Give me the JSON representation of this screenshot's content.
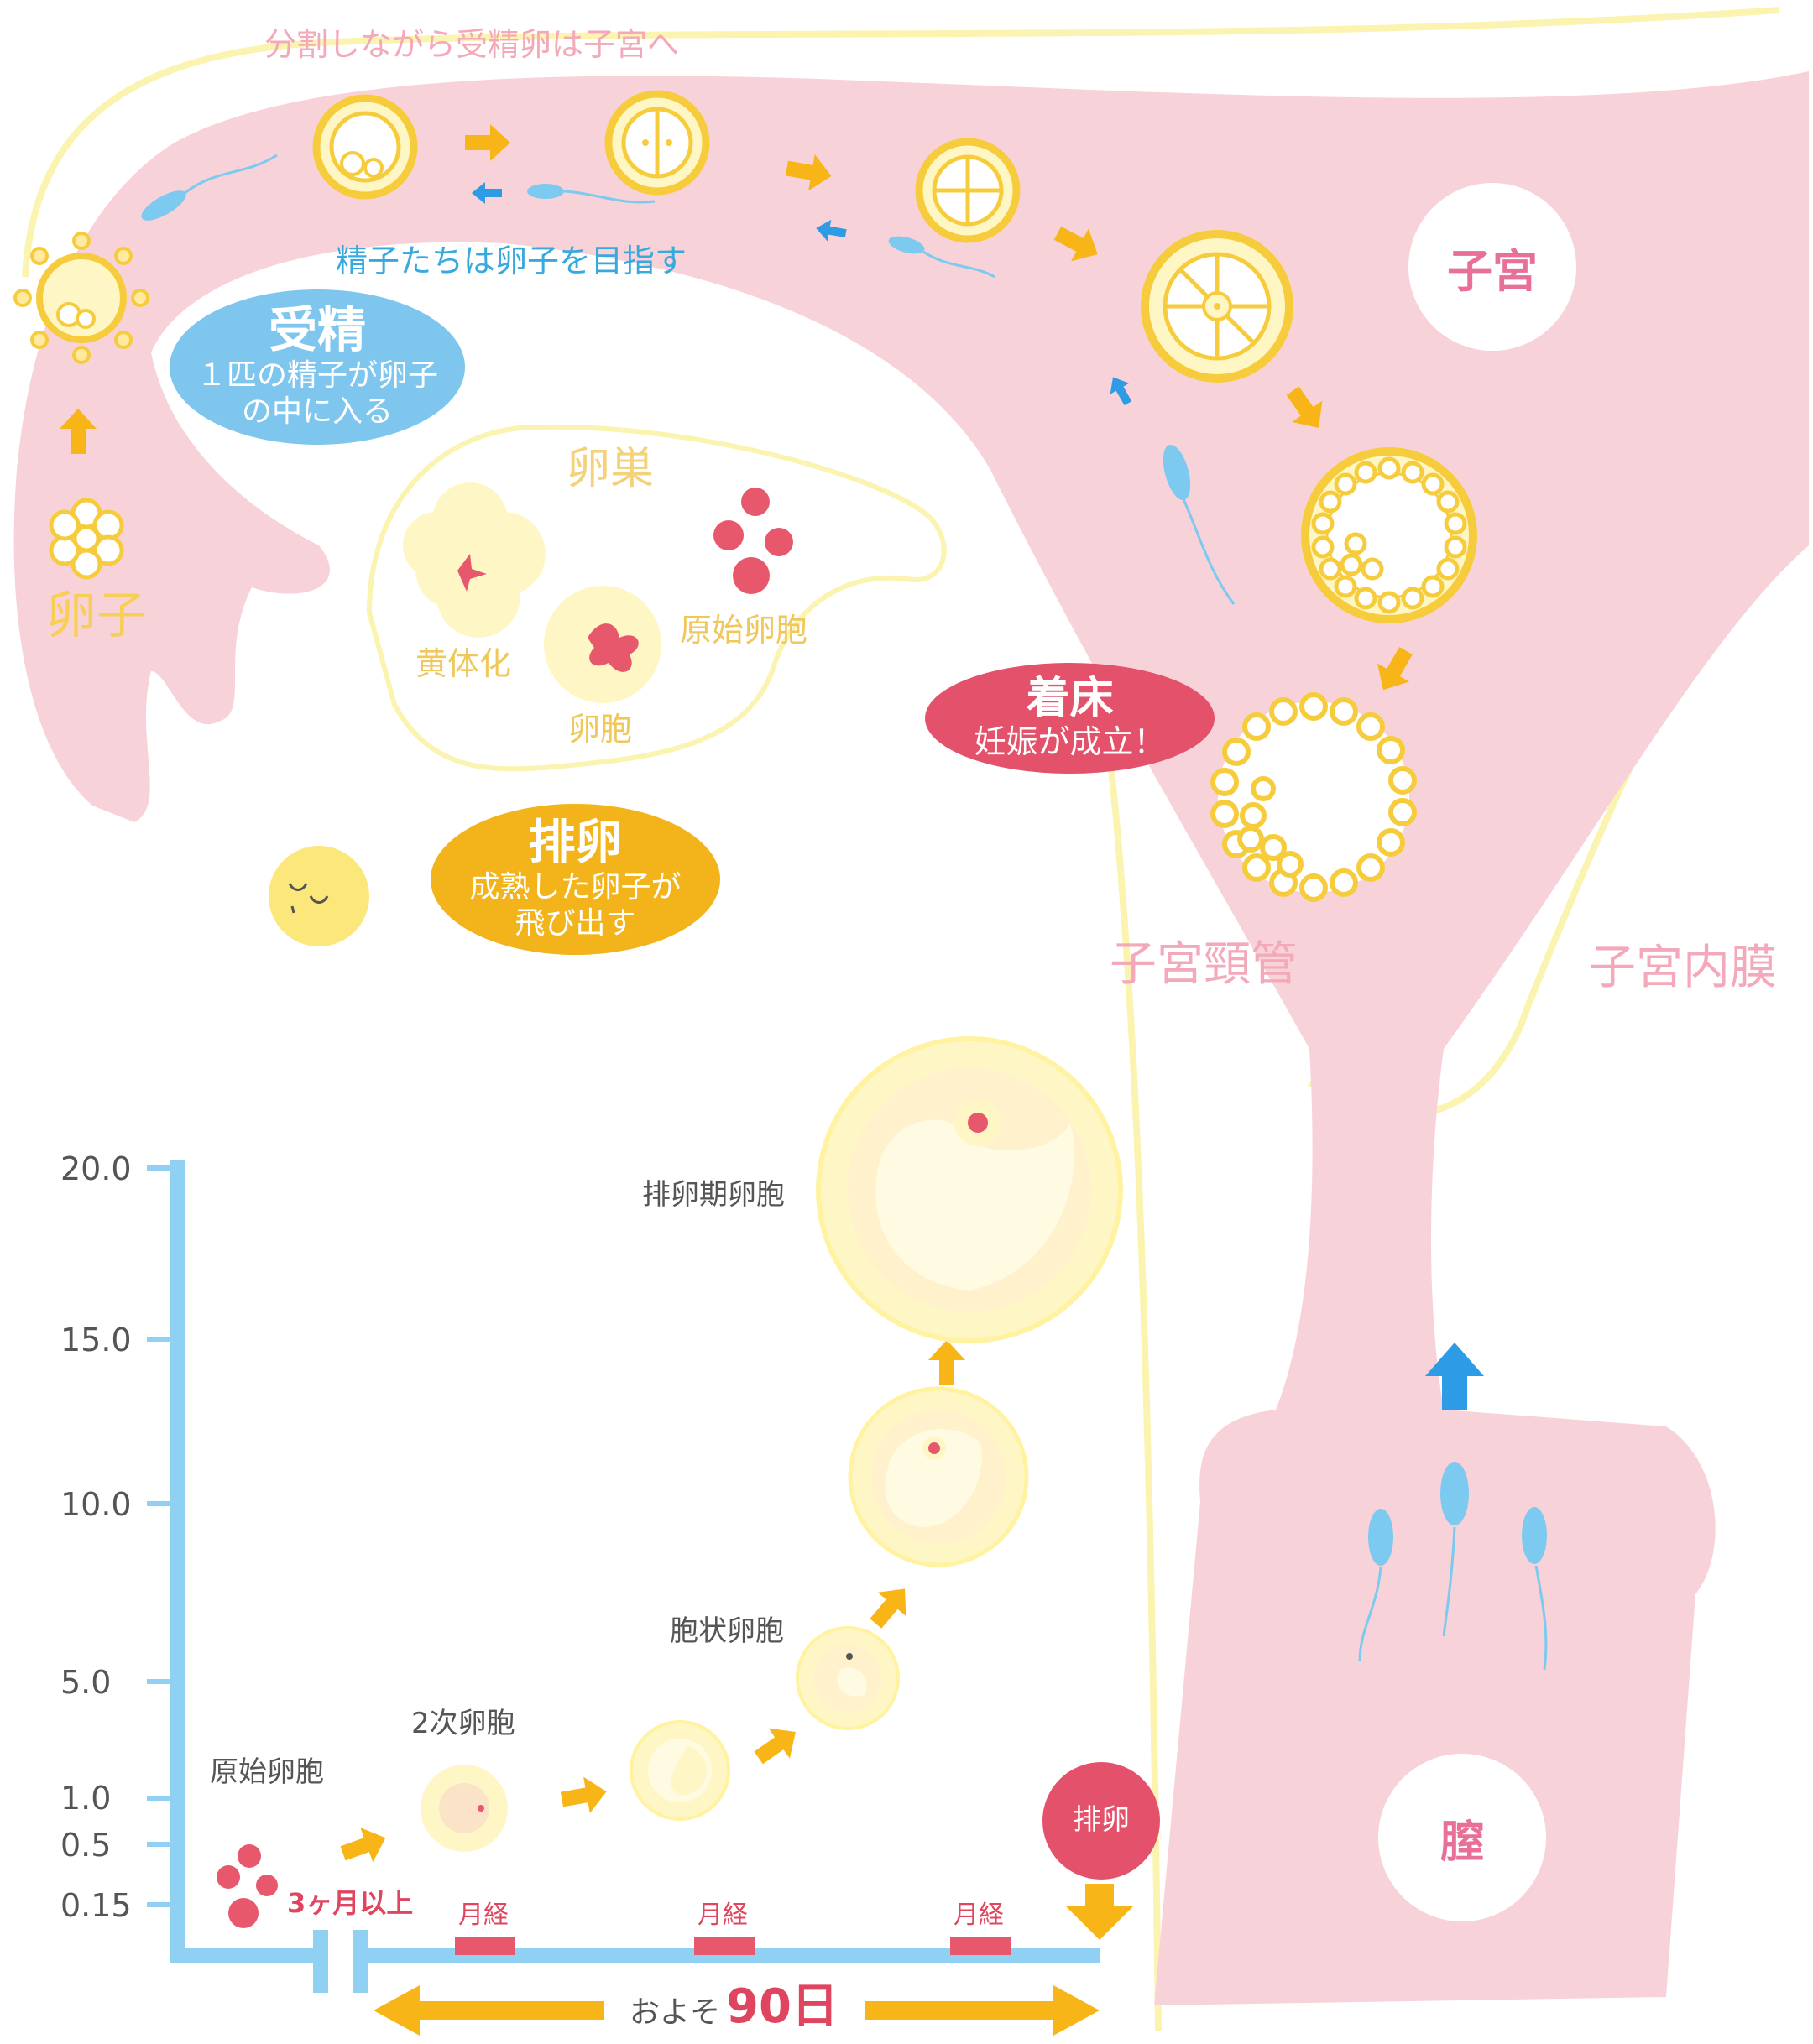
{
  "colors": {
    "uterus_pink": "#f8d2d9",
    "outline_yellow": "#fbf3b0",
    "arrow_orange": "#f7b518",
    "arrow_blue": "#2e9be6",
    "sperm_blue": "#7ccaf0",
    "red": "#e8586d",
    "light_blue_axis": "#8fd0f3"
  },
  "labels": {
    "divide_to_uterus": "分割しながら受精卵は子宮へ",
    "sperm_target": "精子たちは卵子を目指す",
    "ovum": "卵子",
    "ovary": "卵巣",
    "luteinization": "黄体化",
    "primordial_follicle_top": "原始卵胞",
    "follicle": "卵胞",
    "cervical_canal": "子宮頸管",
    "endometrium": "子宮内膜",
    "ovulation_follicle": "排卵期卵胞",
    "antral_follicle": "胞状卵胞",
    "secondary_follicle": "2次卵胞",
    "primordial_follicle": "原始卵胞",
    "three_months": "3ヶ月以上",
    "approx": "およそ",
    "ninety_days": "90日"
  },
  "bubbles": {
    "fertilization": {
      "title": "受精",
      "line1": "１匹の精子が卵子",
      "line2": "の中に入る"
    },
    "implantation": {
      "title": "着床",
      "line1": "妊娠が成立！"
    },
    "ovulation": {
      "title": "排卵",
      "line1": "成熟した卵子が",
      "line2": "飛び出す"
    },
    "ovulation_small": {
      "title": "排卵"
    }
  },
  "circles": {
    "uterus": "子宮",
    "vagina": "膣"
  },
  "axis": {
    "ticks": [
      "20.0",
      "15.0",
      "10.0",
      "5.0",
      "1.0",
      "0.5",
      "0.15"
    ]
  },
  "menstruation": [
    "月経",
    "月経",
    "月経"
  ]
}
